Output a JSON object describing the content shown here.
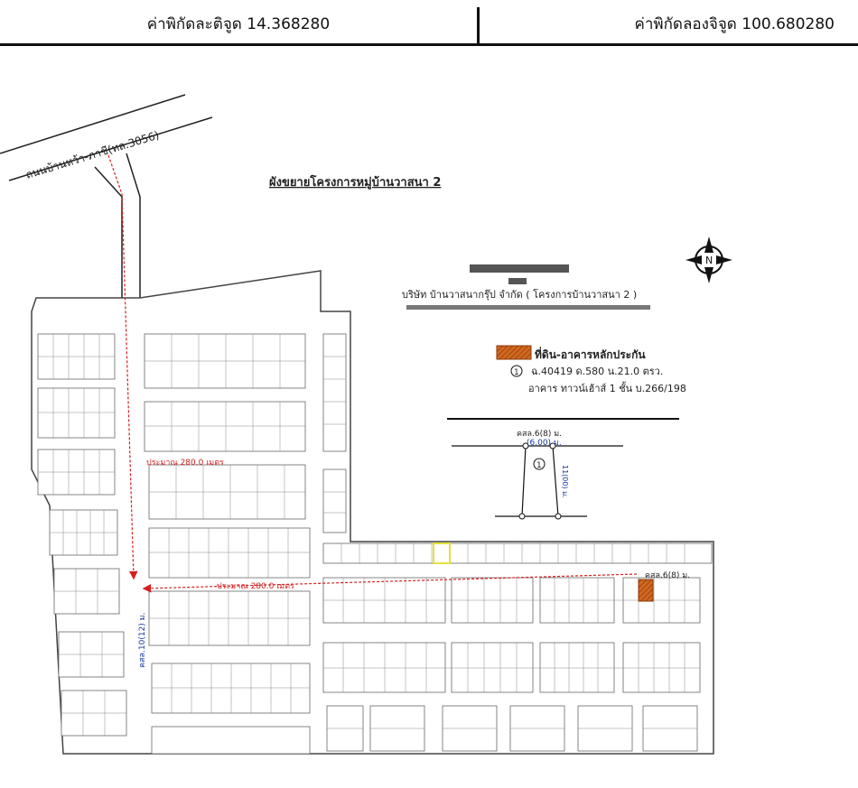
{
  "header": {
    "latitude": "ค่าพิกัดละติจูด 14.368280",
    "longitude": "ค่าพิกัดลองจิจูด 100.680280"
  },
  "map": {
    "title": "ผังขยายโครงการหมู่บ้านวาสนา 2",
    "road_name": "ถนนบ้านหว้า-ภาชี(ทล.3056)",
    "project_company": "บริษัท บ้านวาสนากรุ๊ป จำกัด ( โครงการบ้านวาสนา 2 )",
    "legend": {
      "label": "ที่ดิน-อาคารหลักประกัน",
      "marker": "1",
      "deed": "ฉ.40419 ด.580 น.21.0 ตรว.",
      "building": "อาคาร ทาวน์เฮ้าส์ 1 ชั้น บ.266/198"
    },
    "north_label": "N",
    "inset": {
      "road_label": "คสล.6(8) ม.",
      "road_width": "(6.00) ม.",
      "plot_marker": "1",
      "plot_depth": "11(00) ม."
    },
    "distance_1": "ประมาณ 280.0 เมตร",
    "distance_2": "ประมาณ 280.0 เมตร",
    "road_label_right": "คสล.6(8) ม.",
    "road_label_left": "คสล.10(12) ม."
  },
  "colors": {
    "collateral_fill": "#d2691e",
    "route_line": "#d62020",
    "highlight_plot": "#e3e33a"
  }
}
